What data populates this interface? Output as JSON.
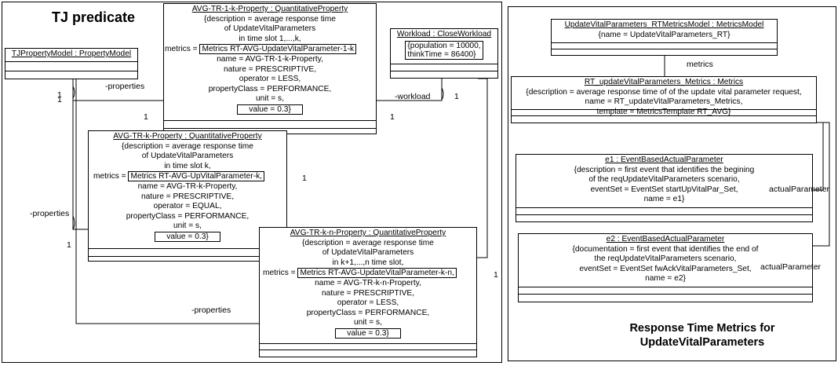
{
  "left_panel": {
    "title": "TJ predicate",
    "tj_model": {
      "title": "TJPropertyModel : PropertyModel"
    },
    "workload": {
      "title": "Workload : CloseWorkload",
      "attr_lines": [
        "{population = 10000,",
        "thinkTime = 86400}"
      ]
    },
    "prop_1k": {
      "title": "AVG-TR-1-k-Property : QuantitativeProperty",
      "lines": [
        "{description = average response time",
        "of UpdateVitalParameters",
        "in time slot  1,...,k,"
      ],
      "metrics_key": "metrics =",
      "metrics_val": "Metrics RT-AVG-UpdateVitalParameter-1-k",
      "lines2": [
        "name = AVG-TR-1-k-Property,",
        "nature = PRESCRIPTIVE,",
        "operator = LESS,",
        "propertyClass = PERFORMANCE,",
        "unit = s,"
      ],
      "value": "value = 0.3}"
    },
    "prop_k": {
      "title": "AVG-TR-k-Property : QuantitativeProperty",
      "lines": [
        "{description = average response time",
        "of UpdateVitalParameters",
        "in time slot k,"
      ],
      "metrics_key": "metrics =",
      "metrics_val": "Metrics RT-AVG-UpVitalParameter-k,",
      "lines2": [
        "name = AVG-TR-k-Property,",
        "nature = PRESCRIPTIVE,",
        "operator = EQUAL,",
        "propertyClass = PERFORMANCE,",
        "unit = s,"
      ],
      "value": "value = 0.3}"
    },
    "prop_kn": {
      "title": "AVG-TR-k-n-Property : QuantitativeProperty",
      "lines": [
        "{description = average response time",
        "of UpdateVitalParameters",
        "in k+1,...,n time slot,"
      ],
      "metrics_key": "metrics =",
      "metrics_val": "Metrics RT-AVG-UpdateVitalParameter-k-n,",
      "lines2": [
        "name = AVG-TR-k-n-Property,",
        "nature = PRESCRIPTIVE,",
        "operator = LESS,",
        "propertyClass = PERFORMANCE,"
      ],
      "lines3": [
        "unit = s,"
      ],
      "value": "value = 0.3}"
    },
    "edge_labels": {
      "properties_1": "-properties",
      "properties_2": "-properties",
      "properties_3": "-properties",
      "workload": "-workload",
      "m_1a": "1",
      "m_1b": "1",
      "m_1c": "1",
      "m_1d": "1",
      "m_1e": "1",
      "m_1f": "1",
      "m_1g": "1",
      "m_1h": "1"
    }
  },
  "right_panel": {
    "title_lines": [
      "Response Time Metrics for",
      "UpdateVitalParameters"
    ],
    "metrics_model": {
      "title": "UpdateVitalParameters_RTMetricsModel : MetricsModel",
      "lines": [
        "{name = UpdateVitalParameters_RT}"
      ]
    },
    "metrics": {
      "title": "RT_updateVitalParameters_Metrics : Metrics",
      "lines": [
        "{description = average response time of of the update vital parameter request,",
        "name = RT_updateVitalParameters_Metrics,",
        "template = MetricsTemplate RT_AVG}"
      ]
    },
    "e1": {
      "title": "e1 : EventBasedActualParameter",
      "lines": [
        "{description = first event that identifies the begining",
        "of the reqUpdateVitalParameters scenario,",
        "eventSet = EventSet startUpVitalPar_Set,",
        "name = e1}"
      ]
    },
    "e2": {
      "title": "e2 : EventBasedActualParameter",
      "lines": [
        "{documentation = first event that identifies the end  of",
        "the reqUpdateVitalParameters scenario,",
        "eventSet = EventSet fwAckVitalParameters_Set,",
        "name = e2}"
      ]
    },
    "edge_labels": {
      "metrics": "metrics",
      "actual_1": "actualParameter",
      "actual_2": "actualParameter"
    }
  }
}
